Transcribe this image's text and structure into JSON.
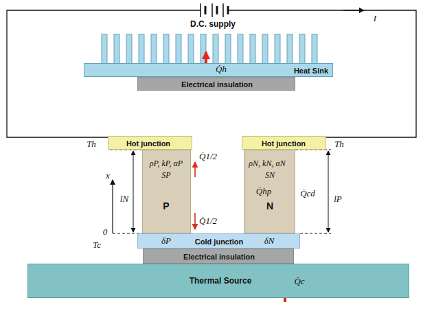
{
  "diagram": {
    "nodes": [
      {
        "text": [
          "Heat Sink"
        ]
      },
      {
        "text": [
          "Electrical insulation"
        ]
      },
      {
        "text": [
          "Hot junction"
        ]
      },
      {
        "text": [
          "Hot junction"
        ]
      },
      {
        "text": [
          "ρP, kP, αP",
          "SP",
          "P"
        ]
      },
      {
        "text": [
          "ρN, kN, αN",
          "SN",
          "N"
        ]
      },
      {
        "text": [
          "Cold junction"
        ]
      },
      {
        "text": [
          "Electrical insulation"
        ]
      },
      {
        "text": [
          "Thermal Source"
        ]
      }
    ],
    "labels": [
      "D.C. supply",
      "I",
      "Q̇h",
      "Th",
      "Th",
      "Q̇1/2",
      "Q̇1/2",
      "Q̇hp",
      "Q̇cd",
      "x",
      "lN",
      "lP",
      "0",
      "Tc",
      "δP",
      "δN",
      "Q̇c"
    ]
  }
}
